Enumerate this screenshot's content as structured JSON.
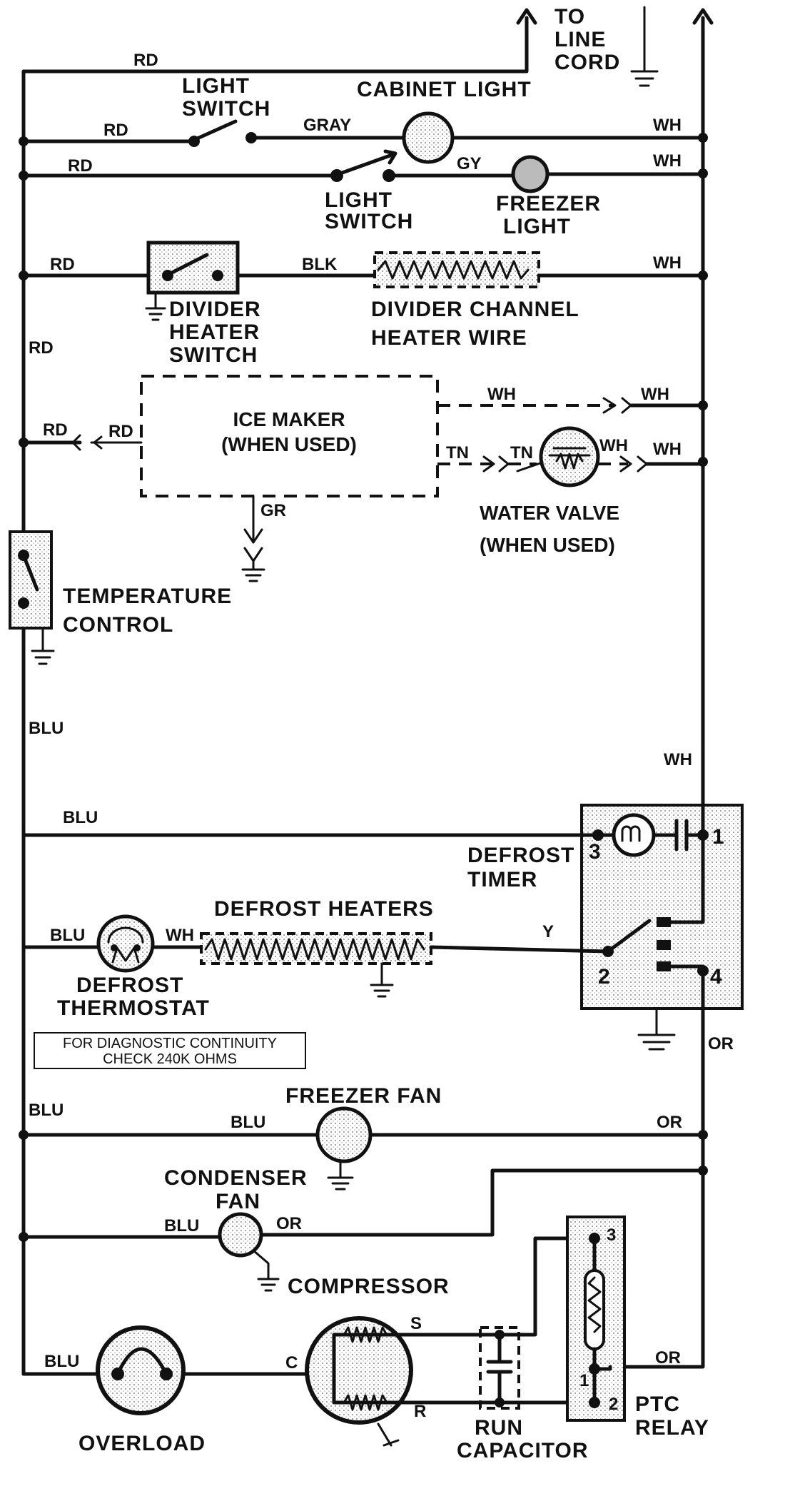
{
  "labels": {
    "to_line_cord": [
      "TO",
      "LINE",
      "CORD"
    ],
    "cabinet_light": "CABINET LIGHT",
    "light_switch_1": [
      "LIGHT",
      "SWITCH"
    ],
    "light_switch_2": [
      "LIGHT",
      "SWITCH"
    ],
    "freezer_light": [
      "FREEZER",
      "LIGHT"
    ],
    "divider_heater_switch": [
      "DIVIDER",
      "HEATER",
      "SWITCH"
    ],
    "divider_channel_heater_wire": [
      "DIVIDER CHANNEL",
      "HEATER WIRE"
    ],
    "ice_maker": [
      "ICE MAKER",
      "(WHEN USED)"
    ],
    "water_valve": [
      "WATER VALVE",
      "(WHEN USED)"
    ],
    "temperature_control": [
      "TEMPERATURE",
      "CONTROL"
    ],
    "defrost_timer": [
      "DEFROST",
      "TIMER"
    ],
    "defrost_heaters": "DEFROST HEATERS",
    "defrost_thermostat": [
      "DEFROST",
      "THERMOSTAT"
    ],
    "diagnostic_note": [
      "FOR DIAGNOSTIC CONTINUITY",
      "CHECK 240K OHMS"
    ],
    "freezer_fan": "FREEZER FAN",
    "condenser_fan": [
      "CONDENSER",
      "FAN"
    ],
    "compressor": "COMPRESSOR",
    "overload": "OVERLOAD",
    "run_capacitor": [
      "RUN",
      "CAPACITOR"
    ],
    "ptc_relay": [
      "PTC",
      "RELAY"
    ]
  },
  "wire_labels": {
    "rd_top": "RD",
    "rd_row1": "RD",
    "gray": "GRAY",
    "wh_row1": "WH",
    "rd_row2": "RD",
    "gy": "GY",
    "wh_row2": "WH",
    "rd_row3": "RD",
    "blk": "BLK",
    "wh_row3": "WH",
    "rd_left": "RD",
    "wh_ice": "WH",
    "wh_ice_right": "WH",
    "rd_ice_out": "RD",
    "rd_ice_in": "RD",
    "tn_1": "TN",
    "tn_2": "TN",
    "wh_valve": "WH",
    "wh_valve_right": "WH",
    "gr": "GR",
    "blu_1": "BLU",
    "wh_timer": "WH",
    "blu_timer": "BLU",
    "blu_defrost": "BLU",
    "wh_defrost": "WH",
    "y": "Y",
    "or_timer": "OR",
    "blu_2": "BLU",
    "blu_ff": "BLU",
    "or_ff": "OR",
    "blu_cf": "BLU",
    "or_cf": "OR",
    "blu_ol": "BLU",
    "c": "C",
    "s": "S",
    "r": "R",
    "or_relay": "OR"
  },
  "terminals": {
    "t1": "1",
    "t2": "2",
    "t3": "3",
    "t4": "4",
    "ptc3": "3",
    "ptc1": "1",
    "ptc2": "2"
  }
}
